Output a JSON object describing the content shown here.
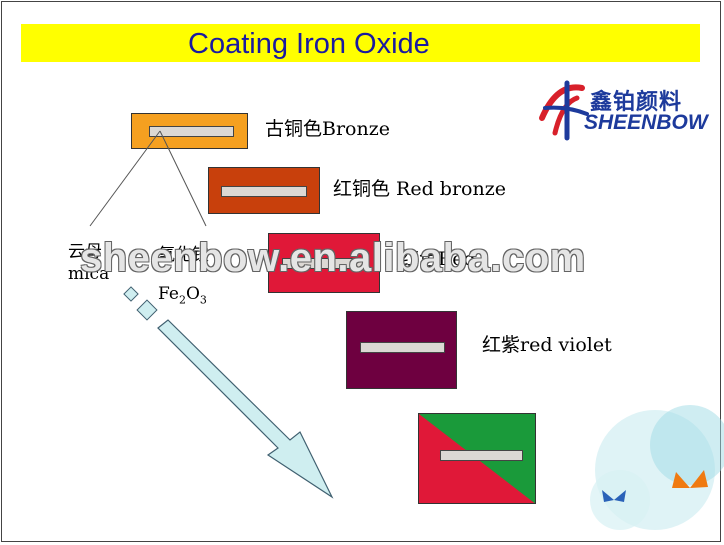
{
  "title": "Coating Iron Oxide",
  "logo": {
    "name_cn": "鑫铂颜料",
    "name_en": "SHEENBOW"
  },
  "colors": {
    "title_bar": "#ffff00",
    "title_text": "#1a1aa0",
    "bronze": "#f5a020",
    "red_bronze": "#c8400c",
    "red": "#e01838",
    "red_violet": "#6e0040",
    "green": "#1a9a3a",
    "arrow_fill": "#cfeef0"
  },
  "swatches": [
    {
      "label": "古铜色Bronze"
    },
    {
      "label": "红铜色 Red bronze"
    },
    {
      "label": "红色Red"
    },
    {
      "label": "红紫red violet"
    },
    {
      "label": ""
    }
  ],
  "layers": {
    "mica_cn": "云母",
    "mica_en": "mica",
    "iron_oxide_cn": "氧化铁",
    "iron_oxide_formula": "Fe",
    "iron_oxide_sub1": "2",
    "iron_oxide_mid": "O",
    "iron_oxide_sub2": "3"
  },
  "watermark": "sheenbow.en.alibaba.com"
}
